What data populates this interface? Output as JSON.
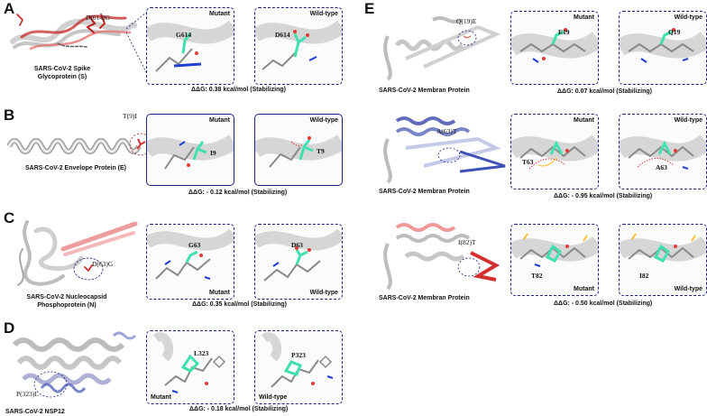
{
  "panels": {
    "A": {
      "letter": "A",
      "protein": "SARS-CoV-2 Spike Glycoprotein (S)",
      "protein_line1": "SARS-CoV-2 Spike",
      "protein_line2": "Glycoprotein (S)",
      "site": "D(614)G",
      "mutant_tag": "Mutant",
      "wild_tag": "Wild-type",
      "mutant_residue": "G614",
      "wild_residue": "D614",
      "ddg": "ΔΔG: 0.38 kcal/mol (Stabilizing)"
    },
    "B": {
      "letter": "B",
      "protein": "SARS-CoV-2 Envelope Protein (E)",
      "site": "T(9)I",
      "mutant_tag": "Mutant",
      "wild_tag": "Wild-type",
      "mutant_residue": "I9",
      "wild_residue": "T9",
      "ddg": "ΔΔG: - 0.12 kcal/mol (Stabilizing)"
    },
    "C": {
      "letter": "C",
      "protein_line1": "SARS-CoV-2  Nucleocapsid",
      "protein_line2": "Phosphoprotein  (N)",
      "site": "D(63)G",
      "mutant_tag": "Mutant",
      "wild_tag": "Wild-type",
      "mutant_residue": "G63",
      "wild_residue": "D63",
      "ddg": "ΔΔG: 0.35 kcal/mol (Stabilizing)"
    },
    "D": {
      "letter": "D",
      "protein": "SARS-CoV-2 NSP12",
      "site": "P(323)L",
      "mutant_tag": "Mutant",
      "wild_tag": "Wild-type",
      "mutant_residue": "L323",
      "wild_residue": "P323",
      "ddg": "ΔΔG: - 0.18 kcal/mol (Stabilizing)"
    },
    "E": {
      "letter": "E",
      "rows": [
        {
          "protein": "SARS-CoV-2 Membran Protein",
          "site": "Q(19)E",
          "mutant_tag": "Mutant",
          "wild_tag": "Wild-type",
          "mutant_residue": "E19",
          "wild_residue": "Q19",
          "ddg": "ΔΔG: 0.07 kcal/mol (Stabilizing)"
        },
        {
          "protein": "SARS-CoV-2 Membran Protein",
          "site": "A(63)T",
          "mutant_tag": "Mutant",
          "wild_tag": "Wild-type",
          "mutant_residue": "T63",
          "wild_residue": "A63",
          "ddg": "ΔΔG: - 0.95 kcal/mol (Stabilizing)"
        },
        {
          "protein": "SARS-CoV-2 Membran Protein",
          "site": "I(82)T",
          "mutant_tag": "Mutant",
          "wild_tag": "Wild-type",
          "mutant_residue": "T82",
          "wild_residue": "I82",
          "ddg": "ΔΔG: - 0.50 kcal/mol (Stabilizing)"
        }
      ]
    }
  },
  "colors": {
    "frame": "#1a237e",
    "highlight": "#40e0b0",
    "ribbon": "#c8c8c8",
    "spike_accent": "#c62828",
    "membrane_accent_blue": "#2d3fb8",
    "membrane_accent_red": "#d32f2f",
    "oxygen": "#e53935",
    "nitrogen": "#1e3fd0"
  }
}
